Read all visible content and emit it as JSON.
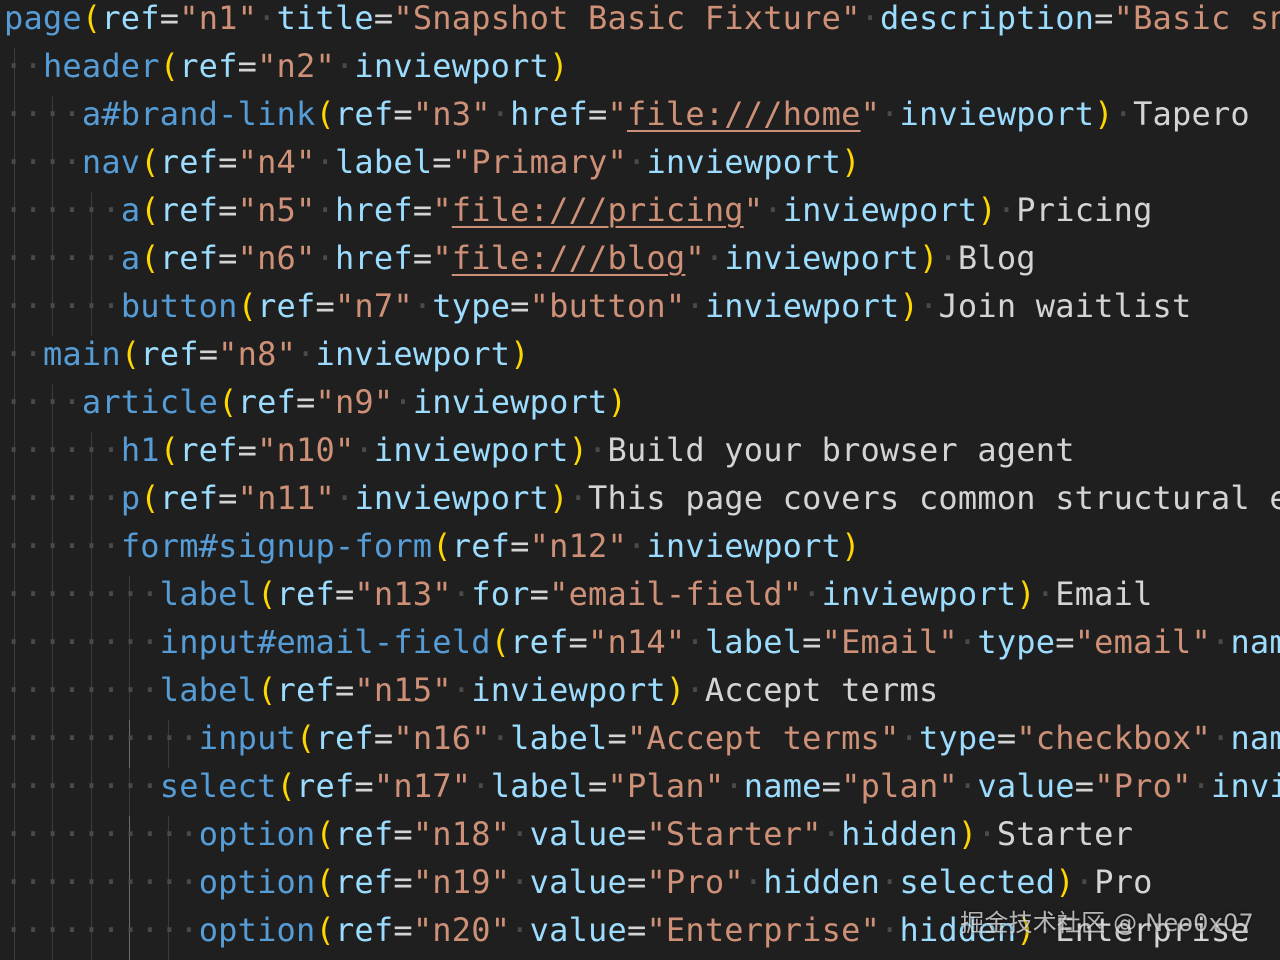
{
  "editor": {
    "lines": [
      {
        "indent": 0,
        "tag": "page",
        "attrs": [
          [
            "ref",
            "n1"
          ],
          [
            "title",
            "Snapshot Basic Fixture"
          ],
          [
            "description",
            "Basic sna"
          ]
        ],
        "flags": [],
        "close": false,
        "text": ""
      },
      {
        "indent": 1,
        "tag": "header",
        "attrs": [
          [
            "ref",
            "n2"
          ]
        ],
        "flags": [
          "inviewport"
        ],
        "close": true,
        "text": ""
      },
      {
        "indent": 2,
        "tag": "a#brand-link",
        "attrs": [
          [
            "ref",
            "n3"
          ],
          [
            "href",
            "file:///home"
          ]
        ],
        "flags": [
          "inviewport"
        ],
        "close": true,
        "text": "Tapero"
      },
      {
        "indent": 2,
        "tag": "nav",
        "attrs": [
          [
            "ref",
            "n4"
          ],
          [
            "label",
            "Primary"
          ]
        ],
        "flags": [
          "inviewport"
        ],
        "close": true,
        "text": ""
      },
      {
        "indent": 3,
        "tag": "a",
        "attrs": [
          [
            "ref",
            "n5"
          ],
          [
            "href",
            "file:///pricing"
          ]
        ],
        "flags": [
          "inviewport"
        ],
        "close": true,
        "text": "Pricing"
      },
      {
        "indent": 3,
        "tag": "a",
        "attrs": [
          [
            "ref",
            "n6"
          ],
          [
            "href",
            "file:///blog"
          ]
        ],
        "flags": [
          "inviewport"
        ],
        "close": true,
        "text": "Blog"
      },
      {
        "indent": 3,
        "tag": "button",
        "attrs": [
          [
            "ref",
            "n7"
          ],
          [
            "type",
            "button"
          ]
        ],
        "flags": [
          "inviewport"
        ],
        "close": true,
        "text": "Join waitlist"
      },
      {
        "indent": 1,
        "tag": "main",
        "attrs": [
          [
            "ref",
            "n8"
          ]
        ],
        "flags": [
          "inviewport"
        ],
        "close": true,
        "text": ""
      },
      {
        "indent": 2,
        "tag": "article",
        "attrs": [
          [
            "ref",
            "n9"
          ]
        ],
        "flags": [
          "inviewport"
        ],
        "close": true,
        "text": ""
      },
      {
        "indent": 3,
        "tag": "h1",
        "attrs": [
          [
            "ref",
            "n10"
          ]
        ],
        "flags": [
          "inviewport"
        ],
        "close": true,
        "text": "Build your browser agent"
      },
      {
        "indent": 3,
        "tag": "p",
        "attrs": [
          [
            "ref",
            "n11"
          ]
        ],
        "flags": [
          "inviewport"
        ],
        "close": true,
        "text": "This page covers common structural el"
      },
      {
        "indent": 3,
        "tag": "form#signup-form",
        "attrs": [
          [
            "ref",
            "n12"
          ]
        ],
        "flags": [
          "inviewport"
        ],
        "close": true,
        "text": ""
      },
      {
        "indent": 4,
        "tag": "label",
        "attrs": [
          [
            "ref",
            "n13"
          ],
          [
            "for",
            "email-field"
          ]
        ],
        "flags": [
          "inviewport"
        ],
        "close": true,
        "text": "Email"
      },
      {
        "indent": 4,
        "tag": "input#email-field",
        "attrs": [
          [
            "ref",
            "n14"
          ],
          [
            "label",
            "Email"
          ],
          [
            "type",
            "email"
          ]
        ],
        "flags": [
          "name"
        ],
        "close": false,
        "text": ""
      },
      {
        "indent": 4,
        "tag": "label",
        "attrs": [
          [
            "ref",
            "n15"
          ]
        ],
        "flags": [
          "inviewport"
        ],
        "close": true,
        "text": "Accept terms"
      },
      {
        "indent": 5,
        "tag": "input",
        "attrs": [
          [
            "ref",
            "n16"
          ],
          [
            "label",
            "Accept terms"
          ],
          [
            "type",
            "checkbox"
          ]
        ],
        "flags": [
          "name"
        ],
        "close": false,
        "text": ""
      },
      {
        "indent": 4,
        "tag": "select",
        "attrs": [
          [
            "ref",
            "n17"
          ],
          [
            "label",
            "Plan"
          ],
          [
            "name",
            "plan"
          ],
          [
            "value",
            "Pro"
          ]
        ],
        "flags": [
          "invie"
        ],
        "close": false,
        "text": ""
      },
      {
        "indent": 5,
        "tag": "option",
        "attrs": [
          [
            "ref",
            "n18"
          ],
          [
            "value",
            "Starter"
          ]
        ],
        "flags": [
          "hidden"
        ],
        "close": true,
        "text": "Starter"
      },
      {
        "indent": 5,
        "tag": "option",
        "attrs": [
          [
            "ref",
            "n19"
          ],
          [
            "value",
            "Pro"
          ]
        ],
        "flags": [
          "hidden",
          "selected"
        ],
        "close": true,
        "text": "Pro"
      },
      {
        "indent": 5,
        "tag": "option",
        "attrs": [
          [
            "ref",
            "n20"
          ],
          [
            "value",
            "Enterprise"
          ]
        ],
        "flags": [
          "hidden"
        ],
        "close": true,
        "text": "Enterprise"
      }
    ]
  },
  "watermark": {
    "text": "掘金技术社区 @ Neo0x07"
  }
}
